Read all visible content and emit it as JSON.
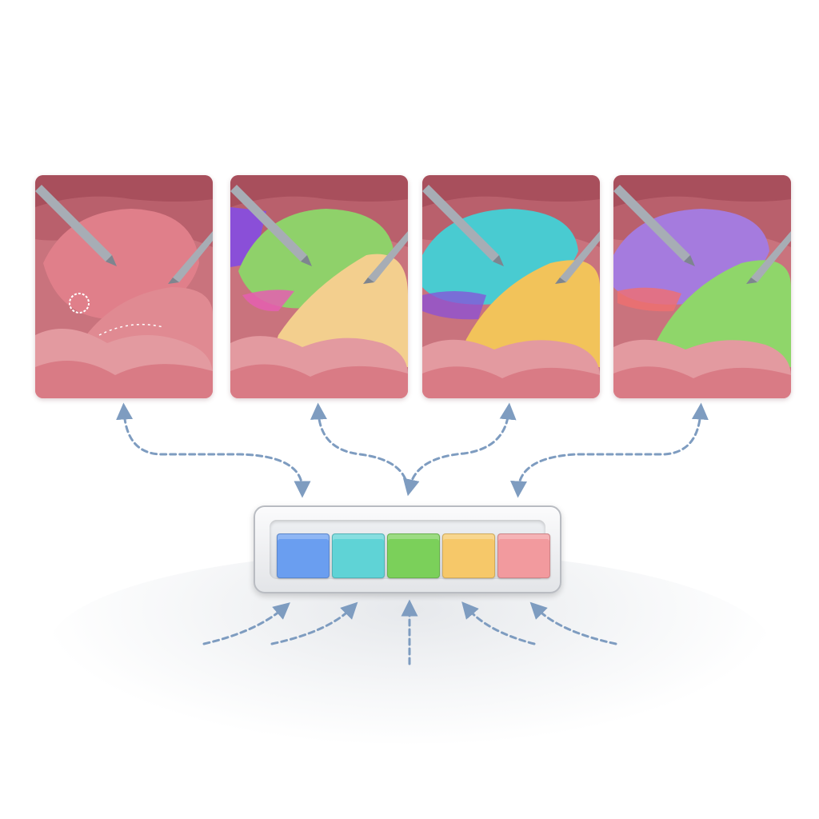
{
  "frames": [
    {
      "id": "frame-1",
      "mask": "none",
      "overlay_colors": []
    },
    {
      "id": "frame-2",
      "mask": "segmentation",
      "overlay_colors": [
        "#8fd16a",
        "#f3cf8e",
        "#8a4fd8",
        "#e55fb0"
      ]
    },
    {
      "id": "frame-3",
      "mask": "segmentation",
      "overlay_colors": [
        "#49cbd1",
        "#f2c35a",
        "#8a4fd8"
      ]
    },
    {
      "id": "frame-4",
      "mask": "segmentation",
      "overlay_colors": [
        "#a57bde",
        "#8fd66a",
        "#f06f6f"
      ]
    }
  ],
  "palette": {
    "swatches": [
      {
        "name": "blue",
        "color": "#6a9ef0"
      },
      {
        "name": "cyan",
        "color": "#5fd3d6"
      },
      {
        "name": "green",
        "color": "#7bd05a"
      },
      {
        "name": "yellow",
        "color": "#f6c869"
      },
      {
        "name": "pink",
        "color": "#f29a9e"
      }
    ]
  },
  "colors": {
    "tissue": "#e08a92",
    "tissue_dark": "#c76672",
    "arrow": "#7e9cc0",
    "instrument": "#a7adb5"
  }
}
